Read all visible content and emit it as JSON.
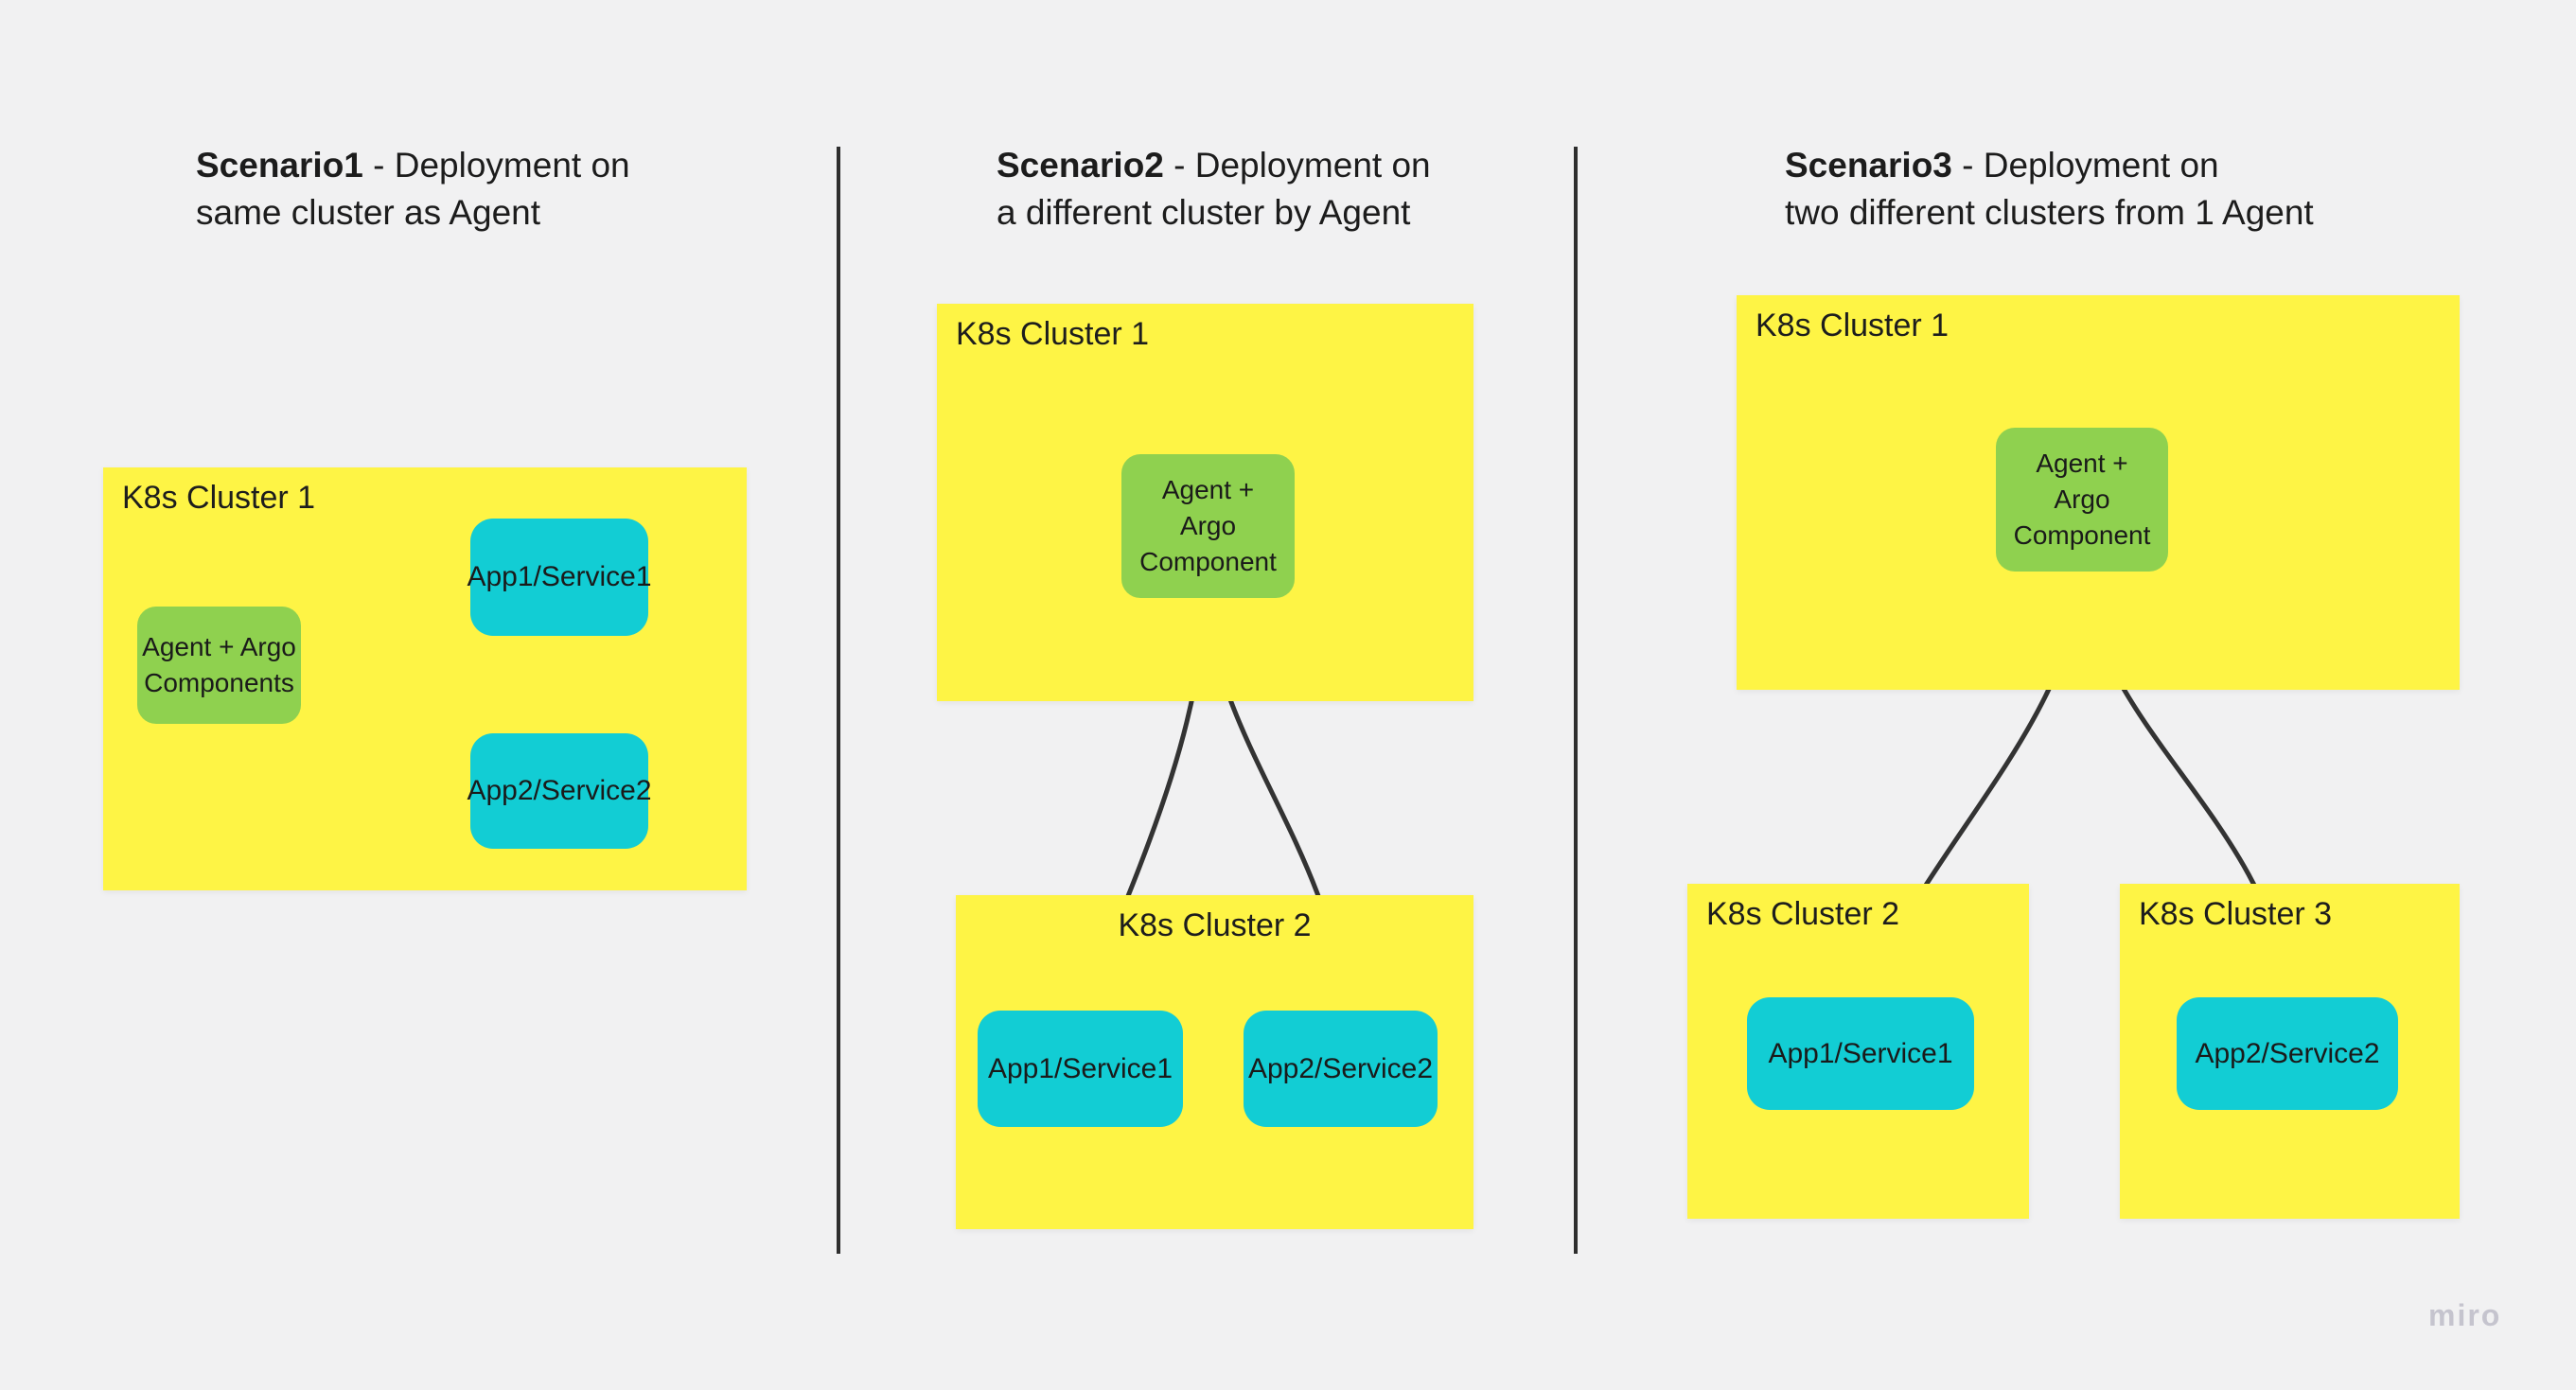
{
  "colors": {
    "canvas_bg": "#f1f1f2",
    "sticky_yellow": "#fef445",
    "node_green": "#8fd14f",
    "node_cyan": "#12cdd4",
    "connector": "#333333",
    "divider": "#2e2e2e",
    "text": "#1a1a1a",
    "watermark": "#c5c4ce"
  },
  "scenario1": {
    "title_bold": "Scenario1",
    "title_rest": " - Deployment on\nsame cluster as Agent",
    "cluster1_label": "K8s Cluster 1",
    "agent_label": "Agent + Argo\nComponents",
    "app1_label": "App1/Service1",
    "app2_label": "App2/Service2"
  },
  "scenario2": {
    "title_bold": "Scenario2",
    "title_rest": " - Deployment on\na different cluster by Agent",
    "cluster1_label": "K8s Cluster 1",
    "cluster2_label": "K8s Cluster 2",
    "agent_label": "Agent +\nArgo\nComponent",
    "app1_label": "App1/Service1",
    "app2_label": "App2/Service2"
  },
  "scenario3": {
    "title_bold": "Scenario3",
    "title_rest": " - Deployment on\ntwo different clusters from 1 Agent",
    "cluster1_label": "K8s Cluster 1",
    "cluster2_label": "K8s Cluster 2",
    "cluster3_label": "K8s Cluster 3",
    "agent_label": "Agent +\nArgo\nComponent",
    "app1_label": "App1/Service1",
    "app2_label": "App2/Service2"
  },
  "watermark": {
    "label": "miro"
  }
}
